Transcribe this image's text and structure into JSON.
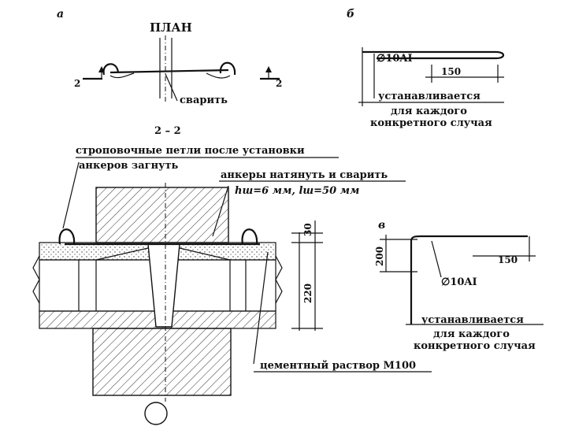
{
  "subfigures": {
    "a": "а",
    "b": "б",
    "v": "в"
  },
  "plan": {
    "title": "ПЛАН",
    "section_mark_left": "2",
    "section_mark_right": "2",
    "weld_note": "сварить"
  },
  "section": {
    "title": "2 – 2",
    "note_loops_line1": "строповочные петли после установки",
    "note_loops_line2": "анкеров загнуть",
    "note_anchors": "анкеры натянуть и сварить",
    "weld_params": "hш=6 мм, lш=50 мм",
    "dim_top": "30",
    "dim_height": "220",
    "mortar_note": "цементный раствор М100"
  },
  "detail_b": {
    "rebar": "∅10AI",
    "dim": "150",
    "note_line1": "устанавливается",
    "note_line2": "для каждого",
    "note_line3": "конкретного случая"
  },
  "detail_v": {
    "rebar": "∅10AI",
    "dim_vertical": "200",
    "dim_horizontal": "150",
    "note_line1": "устанавливается",
    "note_line2": "для каждого",
    "note_line3": "конкретного случая"
  }
}
